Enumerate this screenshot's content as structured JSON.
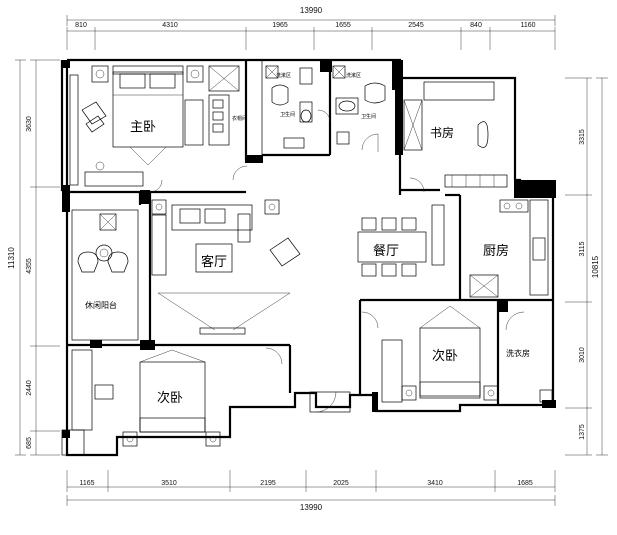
{
  "dimensions": {
    "top_total": "13990",
    "top_segments": [
      "810",
      "4310",
      "1965",
      "1655",
      "2545",
      "840",
      "1160"
    ],
    "bottom_total": "13990",
    "bottom_segments": [
      "1165",
      "3510",
      "2195",
      "2025",
      "3410",
      "1685"
    ],
    "left_total": "11310",
    "left_segments": [
      "3630",
      "4355",
      "2440",
      "685"
    ],
    "right_total": "10815",
    "right_segments": [
      "3315",
      "3115",
      "3010",
      "1375"
    ]
  },
  "rooms": {
    "master_bedroom": "主卧",
    "study": "书房",
    "living_room": "客厅",
    "dining_room": "餐厅",
    "kitchen": "厨房",
    "balcony": "休闲阳台",
    "bedroom_left": "次卧",
    "bedroom_right": "次卧",
    "laundry": "洗衣房",
    "cloakroom": "衣帽间",
    "bath_1": "卫生间",
    "bath_2": "卫生间",
    "washroom_1": "洗漱区",
    "washroom_2": "洗漱区"
  },
  "colors": {
    "wall": "#000000",
    "background": "#ffffff"
  }
}
